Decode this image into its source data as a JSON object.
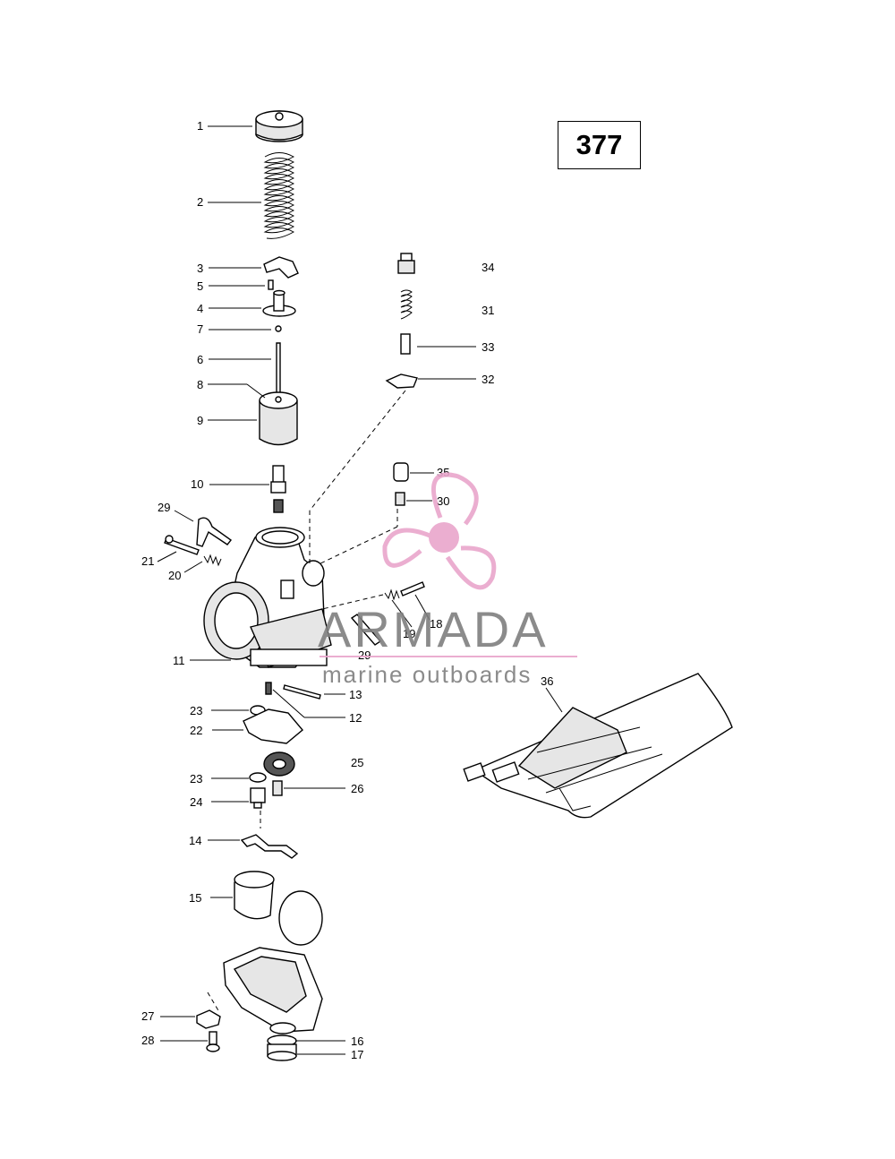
{
  "page_number": "377",
  "callouts": [
    {
      "id": "1",
      "text": "1"
    },
    {
      "id": "2",
      "text": "2"
    },
    {
      "id": "3",
      "text": "3"
    },
    {
      "id": "5",
      "text": "5"
    },
    {
      "id": "4",
      "text": "4"
    },
    {
      "id": "7",
      "text": "7"
    },
    {
      "id": "6",
      "text": "6"
    },
    {
      "id": "8",
      "text": "8"
    },
    {
      "id": "9",
      "text": "9"
    },
    {
      "id": "10",
      "text": "10"
    },
    {
      "id": "29a",
      "text": "29"
    },
    {
      "id": "21",
      "text": "21"
    },
    {
      "id": "20",
      "text": "20"
    },
    {
      "id": "11",
      "text": "11"
    },
    {
      "id": "19",
      "text": "19"
    },
    {
      "id": "18",
      "text": "18"
    },
    {
      "id": "29b",
      "text": "29"
    },
    {
      "id": "13",
      "text": "13"
    },
    {
      "id": "12",
      "text": "12"
    },
    {
      "id": "23a",
      "text": "23"
    },
    {
      "id": "22",
      "text": "22"
    },
    {
      "id": "23b",
      "text": "23"
    },
    {
      "id": "25",
      "text": "25"
    },
    {
      "id": "24",
      "text": "24"
    },
    {
      "id": "26",
      "text": "26"
    },
    {
      "id": "14",
      "text": "14"
    },
    {
      "id": "15",
      "text": "15"
    },
    {
      "id": "27",
      "text": "27"
    },
    {
      "id": "28",
      "text": "28"
    },
    {
      "id": "16",
      "text": "16"
    },
    {
      "id": "17",
      "text": "17"
    },
    {
      "id": "34",
      "text": "34"
    },
    {
      "id": "31",
      "text": "31"
    },
    {
      "id": "33",
      "text": "33"
    },
    {
      "id": "32",
      "text": "32"
    },
    {
      "id": "35",
      "text": "35"
    },
    {
      "id": "30",
      "text": "30"
    },
    {
      "id": "36",
      "text": "36"
    }
  ],
  "watermark": {
    "brand": "ARMADA",
    "tagline": "marine outboards",
    "logo_color": "#e9a6cc",
    "text_color": "#7f7f7f"
  }
}
